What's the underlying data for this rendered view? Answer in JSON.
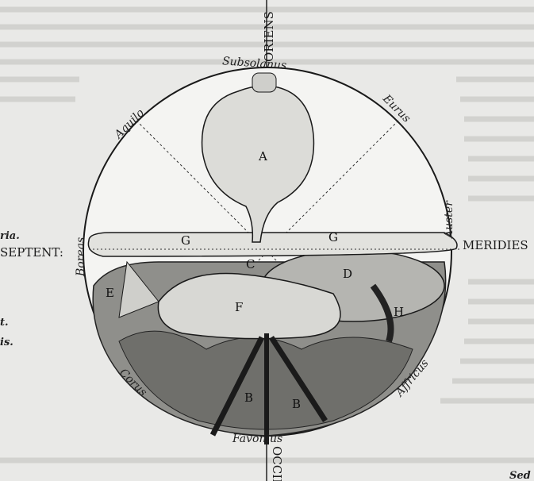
{
  "figure": {
    "directions": {
      "top": "ORIENS",
      "bottom": "OCCID",
      "left": "SEPTENT:",
      "right": "MERIDIES"
    },
    "winds": {
      "subsolanus": "Subsolanus",
      "aquilo": "Aquilo",
      "eurus": "Eurus",
      "boreas": "Boreas",
      "auster": "Auster",
      "corus": "Corus",
      "affricus": "Affricus",
      "favonius": "Favonius"
    },
    "letters": {
      "a": "A",
      "g1": "G",
      "g2": "G",
      "c": "C",
      "d": "D",
      "e": "E",
      "f": "F",
      "h": "H",
      "b1": "B",
      "b2": "B"
    }
  },
  "page_fragments": {
    "left1": "ria.",
    "left2": "t.",
    "left3": "is.",
    "bottom_right": "Sed"
  }
}
